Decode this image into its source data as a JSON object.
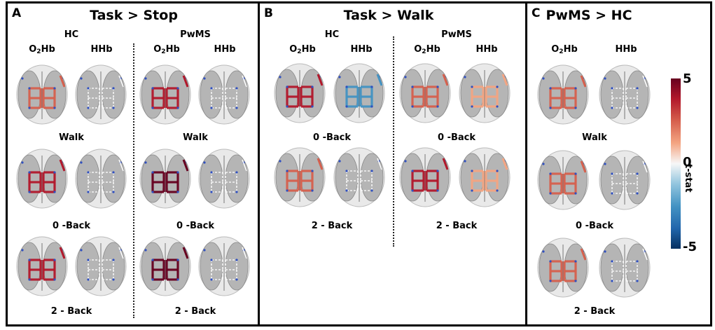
{
  "panels": [
    {
      "letter": "A",
      "title": "Task > Stop"
    },
    {
      "letter": "B",
      "title": "Task > Walk"
    },
    {
      "letter": "C",
      "title": "PwMS > HC"
    }
  ],
  "groups": {
    "hc": "HC",
    "pwms": "PwMS"
  },
  "channels": {
    "oxy_base": "O",
    "oxy_sub": "2",
    "oxy_rest": "Hb",
    "deoxy": "HHb"
  },
  "conditions": {
    "walk": "Walk",
    "zero_back": "0 -Back",
    "two_back": "2 - Back"
  },
  "colorbar": {
    "max": "5",
    "mid": "0",
    "min": "-5",
    "label": "t-stat",
    "colors": [
      "#67001f",
      "#b2182b",
      "#d6604d",
      "#f4a582",
      "#f7f7f7",
      "#92c5de",
      "#4393c3",
      "#2166ac",
      "#053061"
    ]
  },
  "brain_maps": [
    {
      "panel": "A",
      "group": "HC",
      "chromophore": "O2Hb",
      "condition": "Walk",
      "activation": 0.5
    },
    {
      "panel": "A",
      "group": "HC",
      "chromophore": "HHb",
      "condition": "Walk",
      "activation": 0.05
    },
    {
      "panel": "A",
      "group": "PwMS",
      "chromophore": "O2Hb",
      "condition": "Walk",
      "activation": 0.85
    },
    {
      "panel": "A",
      "group": "PwMS",
      "chromophore": "HHb",
      "condition": "Walk",
      "activation": 0.05
    },
    {
      "panel": "A",
      "group": "HC",
      "chromophore": "O2Hb",
      "condition": "0 -Back",
      "activation": 0.85
    },
    {
      "panel": "A",
      "group": "HC",
      "chromophore": "HHb",
      "condition": "0 -Back",
      "activation": 0.05
    },
    {
      "panel": "A",
      "group": "PwMS",
      "chromophore": "O2Hb",
      "condition": "0 -Back",
      "activation": 0.95
    },
    {
      "panel": "A",
      "group": "PwMS",
      "chromophore": "HHb",
      "condition": "0 -Back",
      "activation": 0.05
    },
    {
      "panel": "A",
      "group": "HC",
      "chromophore": "O2Hb",
      "condition": "2 - Back",
      "activation": 0.75
    },
    {
      "panel": "A",
      "group": "HC",
      "chromophore": "HHb",
      "condition": "2 - Back",
      "activation": 0.05
    },
    {
      "panel": "A",
      "group": "PwMS",
      "chromophore": "O2Hb",
      "condition": "2 - Back",
      "activation": 1.0
    },
    {
      "panel": "A",
      "group": "PwMS",
      "chromophore": "HHb",
      "condition": "2 - Back",
      "activation": 0.05
    },
    {
      "panel": "B",
      "group": "HC",
      "chromophore": "O2Hb",
      "condition": "0 -Back",
      "activation": 0.7
    },
    {
      "panel": "B",
      "group": "HC",
      "chromophore": "HHb",
      "condition": "0 -Back",
      "activation": -0.6
    },
    {
      "panel": "B",
      "group": "PwMS",
      "chromophore": "O2Hb",
      "condition": "0 -Back",
      "activation": 0.55
    },
    {
      "panel": "B",
      "group": "PwMS",
      "chromophore": "HHb",
      "condition": "0 -Back",
      "activation": 0.3
    },
    {
      "panel": "B",
      "group": "HC",
      "chromophore": "O2Hb",
      "condition": "2 - Back",
      "activation": 0.5
    },
    {
      "panel": "B",
      "group": "HC",
      "chromophore": "HHb",
      "condition": "2 - Back",
      "activation": 0.05
    },
    {
      "panel": "B",
      "group": "PwMS",
      "chromophore": "O2Hb",
      "condition": "2 - Back",
      "activation": 0.65
    },
    {
      "panel": "B",
      "group": "PwMS",
      "chromophore": "HHb",
      "condition": "2 - Back",
      "activation": 0.3
    },
    {
      "panel": "C",
      "chromophore": "O2Hb",
      "condition": "Walk",
      "activation": 0.6
    },
    {
      "panel": "C",
      "chromophore": "HHb",
      "condition": "Walk",
      "activation": 0.05
    },
    {
      "panel": "C",
      "chromophore": "O2Hb",
      "condition": "0 -Back",
      "activation": 0.6
    },
    {
      "panel": "C",
      "chromophore": "HHb",
      "condition": "0 -Back",
      "activation": 0.05
    },
    {
      "panel": "C",
      "chromophore": "O2Hb",
      "condition": "2 - Back",
      "activation": 0.6
    },
    {
      "panel": "C",
      "chromophore": "HHb",
      "condition": "2 - Back",
      "activation": 0.05
    }
  ]
}
